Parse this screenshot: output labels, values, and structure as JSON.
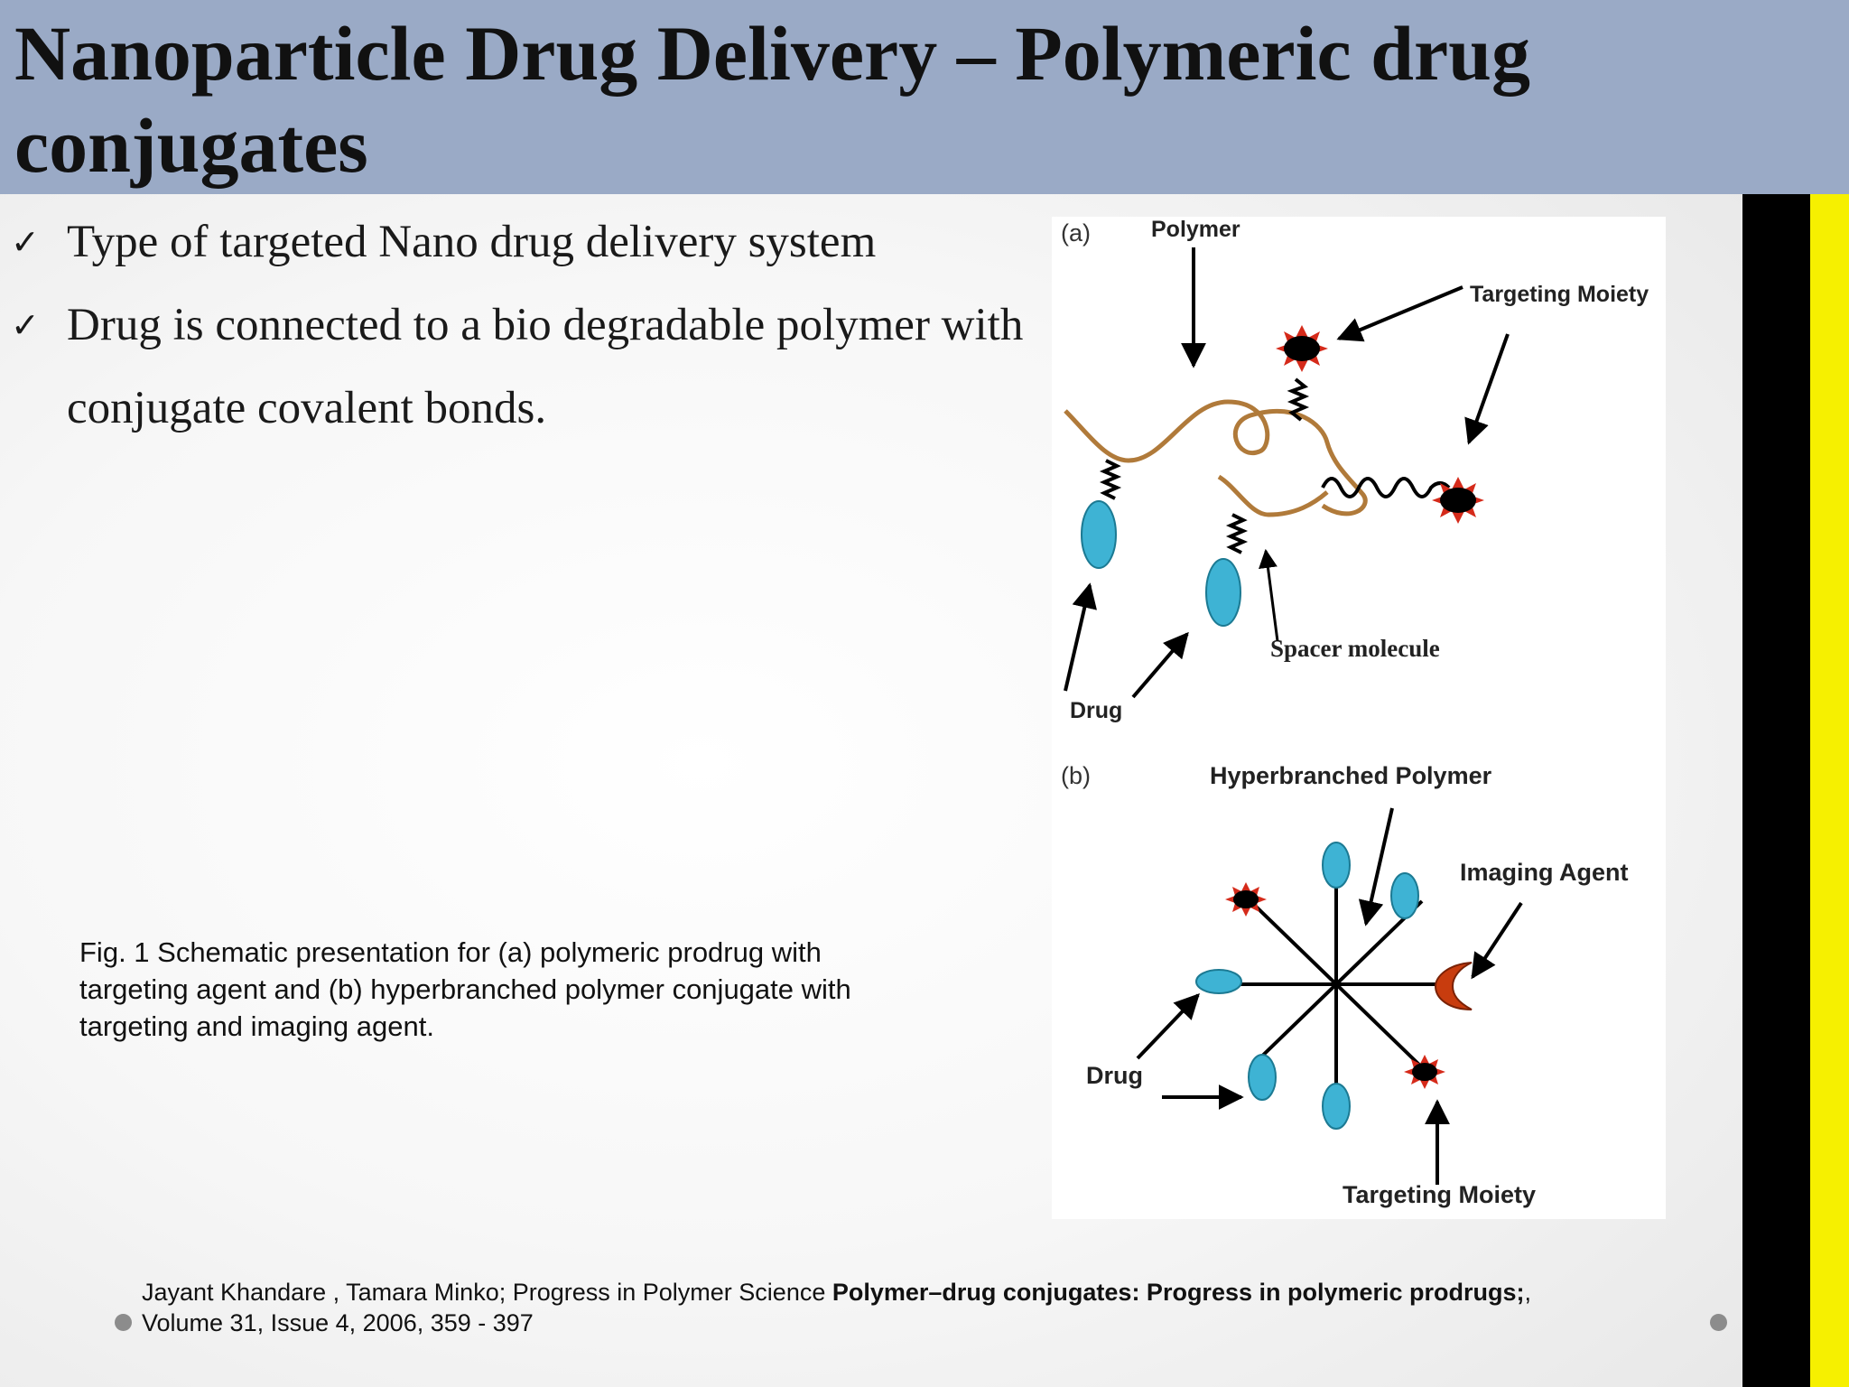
{
  "slide": {
    "title": "Nanoparticle Drug Delivery – Polymeric drug conjugates",
    "bullets": [
      {
        "icon": "check-icon",
        "text": "Type of targeted Nano drug delivery system"
      },
      {
        "icon": "check-icon",
        "text": "Drug is connected to a bio degradable polymer with conjugate covalent bonds."
      }
    ],
    "caption": " Fig. 1 Schematic presentation for (a) polymeric prodrug with\ntargeting agent and (b) hyperbranched polymer conjugate with\ntargeting and imaging agent.",
    "reference": {
      "authors": "Jayant  Khandare , Tamara  Minko; Progress in Polymer Science ",
      "title": "Polymer–drug conjugates: Progress in polymeric prodrugs;",
      "after_title": ",",
      "details": "Volume 31, Issue 4, 2006, 359 - 397"
    }
  },
  "figure": {
    "panel_a": {
      "tag": "(a)",
      "polymer": "Polymer",
      "targeting_moiety": "Targeting Moiety",
      "spacer": "Spacer molecule",
      "drug": "Drug"
    },
    "panel_b": {
      "tag": "(b)",
      "hyperbranched": "Hyperbranched Polymer",
      "imaging_agent": "Imaging Agent",
      "drug": "Drug",
      "targeting_moiety": "Targeting Moiety"
    }
  },
  "colors": {
    "header": "#9aaac6",
    "drug": "#3eb3d4",
    "polymer": "#b07a3a",
    "targeting": "#d52a1a",
    "imaging_agent": "#c83c0e",
    "side_bar_black": "#000000",
    "side_bar_yellow": "#f6f000"
  }
}
